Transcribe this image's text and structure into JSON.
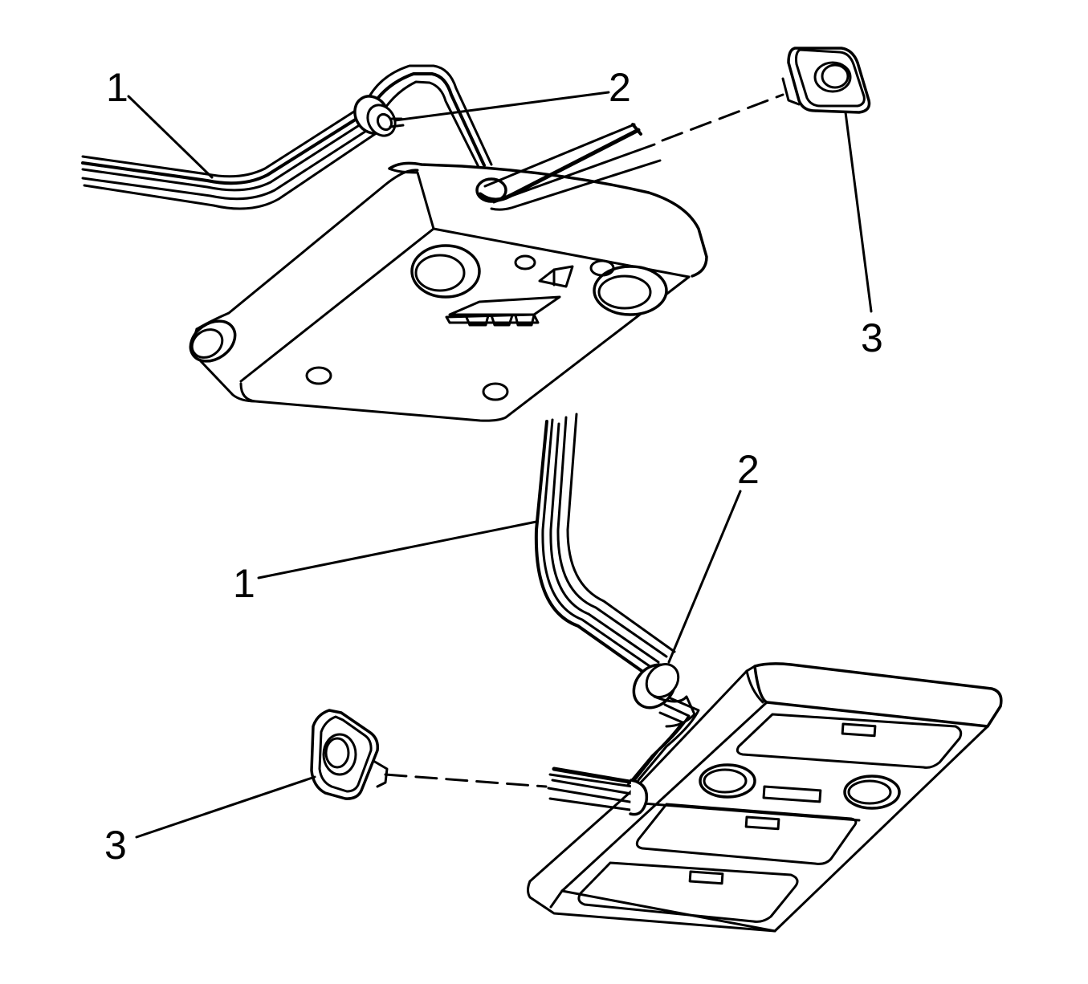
{
  "callouts": {
    "top": {
      "one": "1",
      "two": "2",
      "three": "3"
    },
    "bottom": {
      "one": "1",
      "two": "2",
      "three": "3"
    }
  },
  "colors": {
    "line": "#000000",
    "fill": "#ffffff"
  }
}
